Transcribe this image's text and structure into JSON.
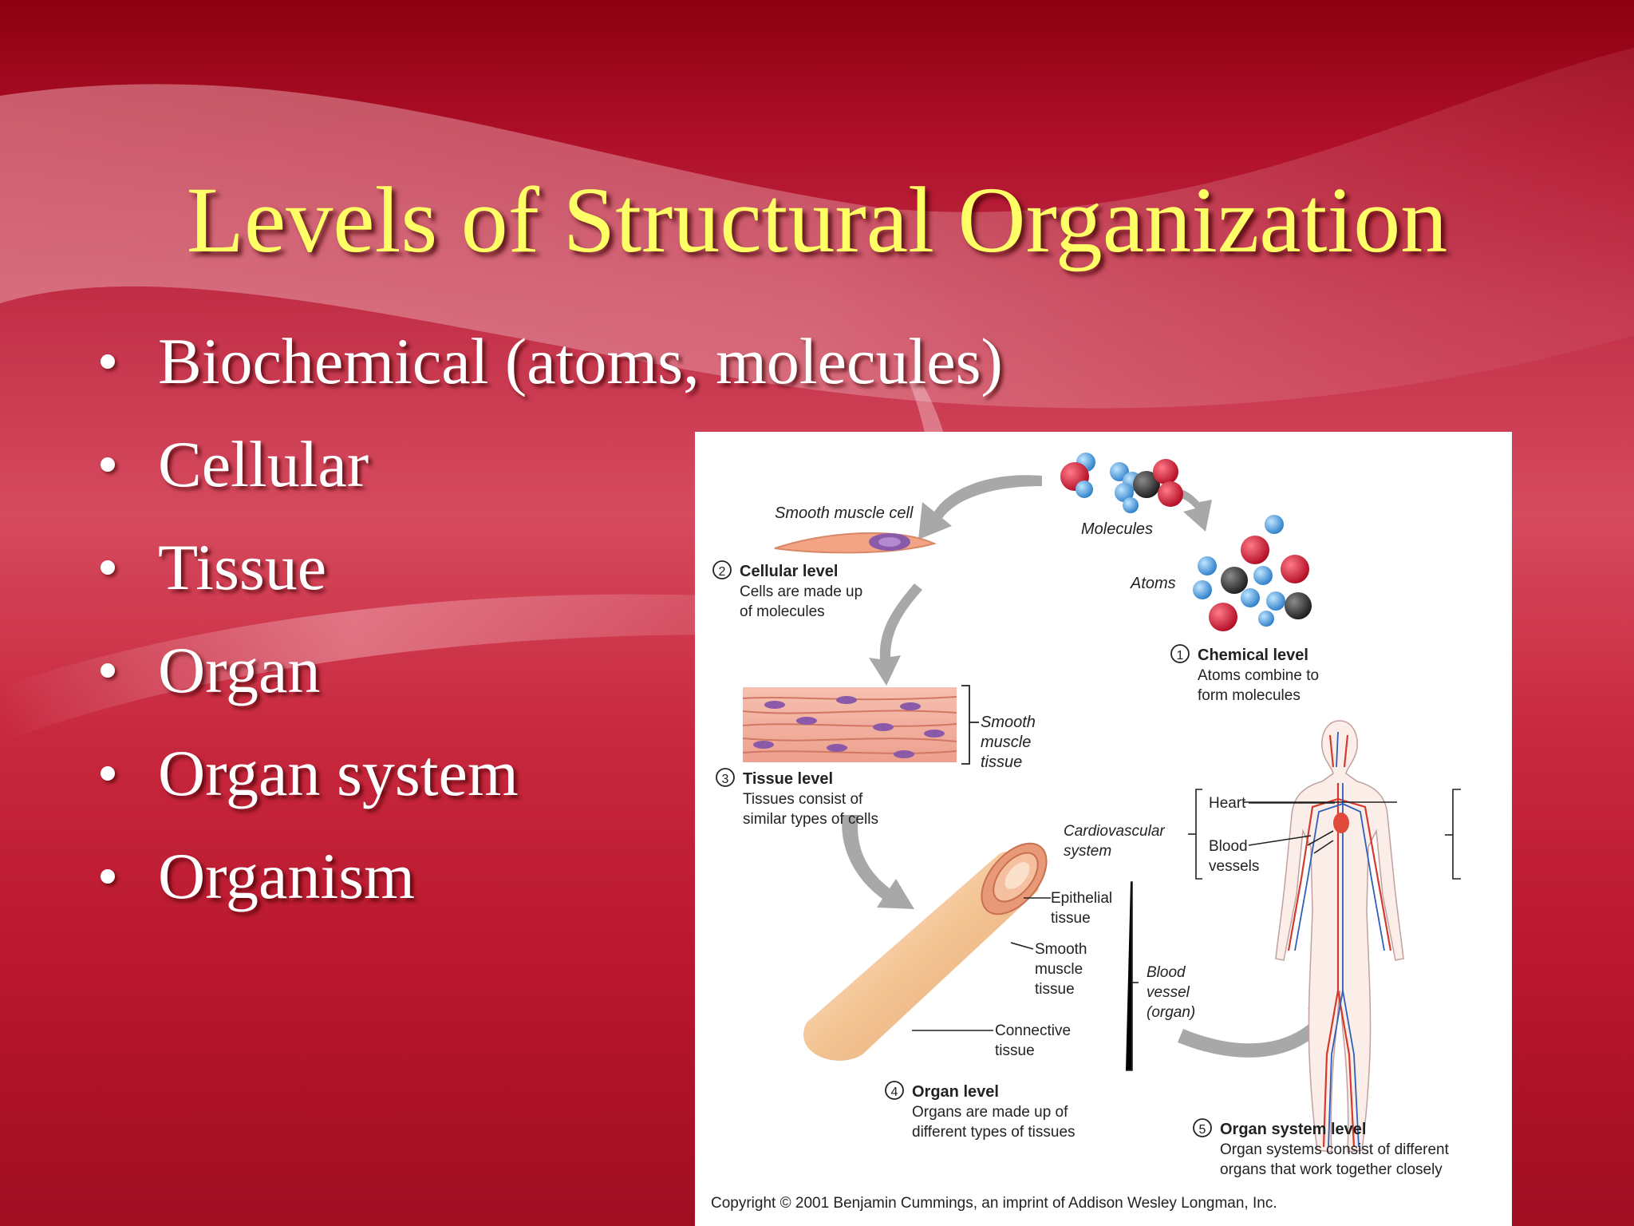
{
  "slide": {
    "title": "Levels of Structural Organization",
    "bullets": [
      "Biochemical (atoms, molecules)",
      "Cellular",
      "Tissue",
      "Organ",
      "Organ system",
      "Organism"
    ]
  },
  "figure": {
    "molecules_label": "Molecules",
    "atoms_label": "Atoms",
    "smooth_muscle_cell_label": "Smooth muscle cell",
    "chemical": {
      "num": "1",
      "title": "Chemical level",
      "line1": "Atoms combine to",
      "line2": "form molecules"
    },
    "cellular": {
      "num": "2",
      "title": "Cellular level",
      "line1": "Cells are made up",
      "line2": "of molecules"
    },
    "tissue": {
      "num": "3",
      "title": "Tissue level",
      "line1": "Tissues consist of",
      "line2": "similar types of cells"
    },
    "tissue_label": {
      "l1": "Smooth",
      "l2": "muscle",
      "l3": "tissue"
    },
    "organ": {
      "num": "4",
      "title": "Organ level",
      "line1": "Organs are made up of",
      "line2": "different types of tissues"
    },
    "organ_labels": {
      "epithelial_1": "Epithelial",
      "epithelial_2": "tissue",
      "smooth_1": "Smooth",
      "smooth_2": "muscle",
      "smooth_3": "tissue",
      "connective_1": "Connective",
      "connective_2": "tissue",
      "vessel_1": "Blood",
      "vessel_2": "vessel",
      "vessel_3": "(organ)"
    },
    "organ_system": {
      "num": "5",
      "title": "Organ system level",
      "line1": "Organ systems consist of different",
      "line2": "organs that work together closely"
    },
    "system_labels": {
      "cardio_1": "Cardiovascular",
      "cardio_2": "system",
      "heart": "Heart",
      "blood_1": "Blood",
      "blood_2": "vessels"
    },
    "copyright": "Copyright © 2001 Benjamin Cummings, an imprint of Addison Wesley Longman, Inc."
  },
  "colors": {
    "title": "#ffff66",
    "text": "#ffffff",
    "atom_red": "#c8102e",
    "atom_blue": "#3a8fd6",
    "atom_black": "#2a2a2a",
    "arrow_gray": "#a8a8a8"
  }
}
